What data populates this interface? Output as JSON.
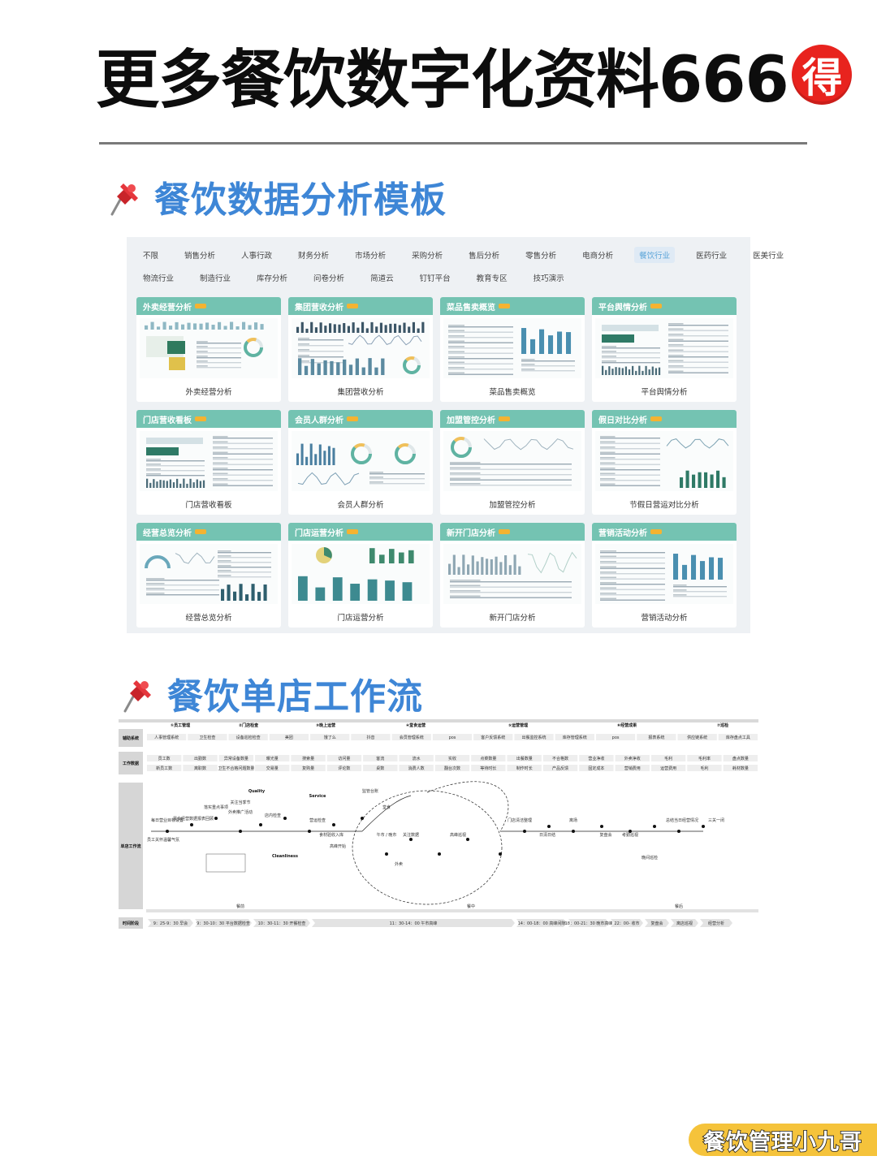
{
  "header": {
    "title": "更多餐饮数字化资料666",
    "badge": "得"
  },
  "section1": {
    "title": "餐饮数据分析模板"
  },
  "filters": {
    "row1": [
      "不限",
      "销售分析",
      "人事行政",
      "财务分析",
      "市场分析",
      "采购分析",
      "售后分析",
      "零售分析",
      "电商分析",
      "餐饮行业",
      "医药行业",
      "医美行业"
    ],
    "row2": [
      "物流行业",
      "制造行业",
      "库存分析",
      "问卷分析",
      "简道云",
      "钉钉平台",
      "教育专区",
      "技巧演示"
    ],
    "active": "餐饮行业"
  },
  "cards": [
    {
      "title": "外卖经营分析",
      "caption": "外卖经营分析",
      "thumb": "mixed-thumb"
    },
    {
      "title": "集团营收分析",
      "caption": "集团营收分析",
      "thumb": "bars-thumb"
    },
    {
      "title": "菜品售卖概览",
      "caption": "菜品售卖概览",
      "thumb": "table-bars-thumb"
    },
    {
      "title": "平台舆情分析",
      "caption": "平台舆情分析",
      "thumb": "table-thumb"
    },
    {
      "title": "门店营收看板",
      "caption": "门店营收看板",
      "thumb": "table-thumb"
    },
    {
      "title": "会员人群分析",
      "caption": "会员人群分析",
      "thumb": "donut-thumb"
    },
    {
      "title": "加盟管控分析",
      "caption": "加盟管控分析",
      "thumb": "line-thumb"
    },
    {
      "title": "假日对比分析",
      "caption": "节假日营运对比分析",
      "thumb": "table-line-thumb"
    },
    {
      "title": "经营总览分析",
      "caption": "经营总览分析",
      "thumb": "gauge-thumb"
    },
    {
      "title": "门店运营分析",
      "caption": "门店运营分析",
      "thumb": "bars-pie-thumb"
    },
    {
      "title": "新开门店分析",
      "caption": "新开门店分析",
      "thumb": "area-thumb"
    },
    {
      "title": "营销活动分析",
      "caption": "营销活动分析",
      "thumb": "table-bars-thumb"
    }
  ],
  "section2": {
    "title": "餐饮单店工作流"
  },
  "workflow": {
    "phases": [
      "①员工管理",
      "②门店检查",
      "③晚上运营",
      "④堂食运营",
      "⑤运营管理",
      "⑥经营成果",
      "⑦巡检"
    ],
    "row_labels": [
      "辅助系统",
      "工作数据",
      "单店工作流",
      "时间阶段"
    ],
    "support_systems": [
      "人事管理系统",
      "卫生检查",
      "设备巡检检查",
      "美团",
      "饿了么",
      "抖音",
      "会员管理系统",
      "pos",
      "客户反馈系统",
      "出餐监控系统",
      "库存管理系统",
      "pos",
      "报表系统",
      "供应链系统",
      "库存盘点工具"
    ],
    "work_data_1": [
      "员工数",
      "出勤数",
      "异常设备数量",
      "曝光量",
      "搜索量",
      "访问量",
      "客流",
      "流水",
      "实收",
      "点菜数量",
      "出餐数量",
      "不合格数",
      "营业净收",
      "外卖净收",
      "毛利",
      "毛利率",
      "盘点数量"
    ],
    "work_data_2": [
      "新员工数",
      "离职数",
      "卫生不合格问题数量",
      "交易量",
      "复购量",
      "评论数",
      "桌数",
      "消费人数",
      "翻台次数",
      "等待时长",
      "制作时长",
      "产品反馈",
      "固定成本",
      "营销费用",
      "运营费用",
      "毛利",
      "耗材数量"
    ],
    "flow_labels": [
      "每日营业目标设置",
      "员工关怀温馨气氛",
      "晨会经营数据报表回顾",
      "落实重点事项",
      "外卖推广活动",
      "关注当季节",
      "店内检查",
      "Quality",
      "Service",
      "Cleanliness",
      "营运检查",
      "监管台账",
      "食材验收入库",
      "高峰开始",
      "堂食",
      "午市 / 晚市",
      "外卖",
      "关注数据",
      "高峰巡视",
      "门店清洁整理",
      "日清日结",
      "离场",
      "复盘会",
      "考勤巡视",
      "晚间巡检",
      "总结当日经营情况",
      "三关一闭"
    ],
    "time_stages": [
      "9：25-9：30 早会",
      "9：30-10：30 平台数据检查",
      "10：30-11：30 开餐检查",
      "11：30-14：00 午市高峰",
      "14：00-18：00 高峰间隙",
      "18：00-21：30 晚市高峰",
      "22：00- 收市",
      "复盘会",
      "离店巡视",
      "经营分析"
    ],
    "stage_groups": [
      "餐前",
      "餐中",
      "餐后"
    ]
  },
  "footer": {
    "brand": "餐饮管理小九哥"
  }
}
